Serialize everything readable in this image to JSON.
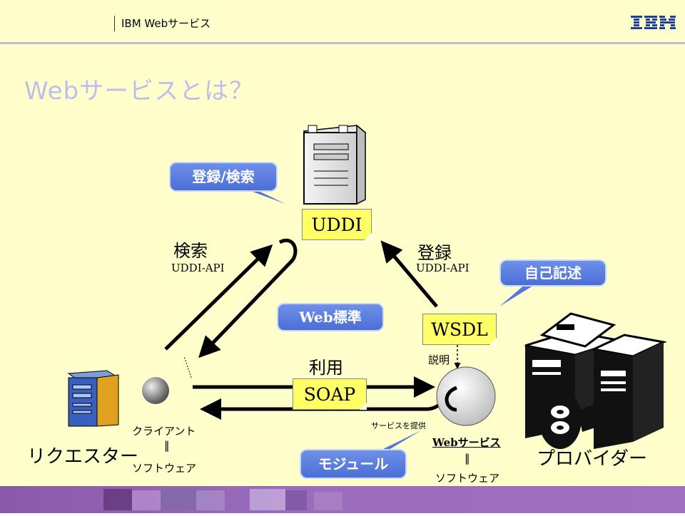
{
  "header": {
    "title": "IBM Webサービス",
    "logo_text": "IBM"
  },
  "slide": {
    "title": "Webサービスとは？"
  },
  "diagram": {
    "uddi_tag": "UDDI",
    "wsdl_tag": "WSDL",
    "soap_tag": "SOAP",
    "callouts": {
      "register_search": "登録/検索",
      "web_standard": "Web標準",
      "self_describe": "自己記述",
      "module": "モジュール"
    },
    "labels": {
      "search": "検索",
      "search_api": "UDDI-API",
      "register": "登録",
      "register_api": "UDDI-API",
      "use": "利用",
      "describe": "説明",
      "provide_service": "サービスを提供",
      "client": "クライアント",
      "client_eq": "‖",
      "client_software": "ソフトウェア",
      "requester": "リクエスター",
      "web_service": "Webサービス",
      "ws_eq": "‖",
      "ws_software": "ソフトウェア",
      "provider": "プロバイダー"
    }
  },
  "colors": {
    "background": "#ffffcc",
    "title": "#bdbdf0",
    "callout": "#5577dd",
    "tag": "#ffff66",
    "band": "#9b6bbb"
  }
}
